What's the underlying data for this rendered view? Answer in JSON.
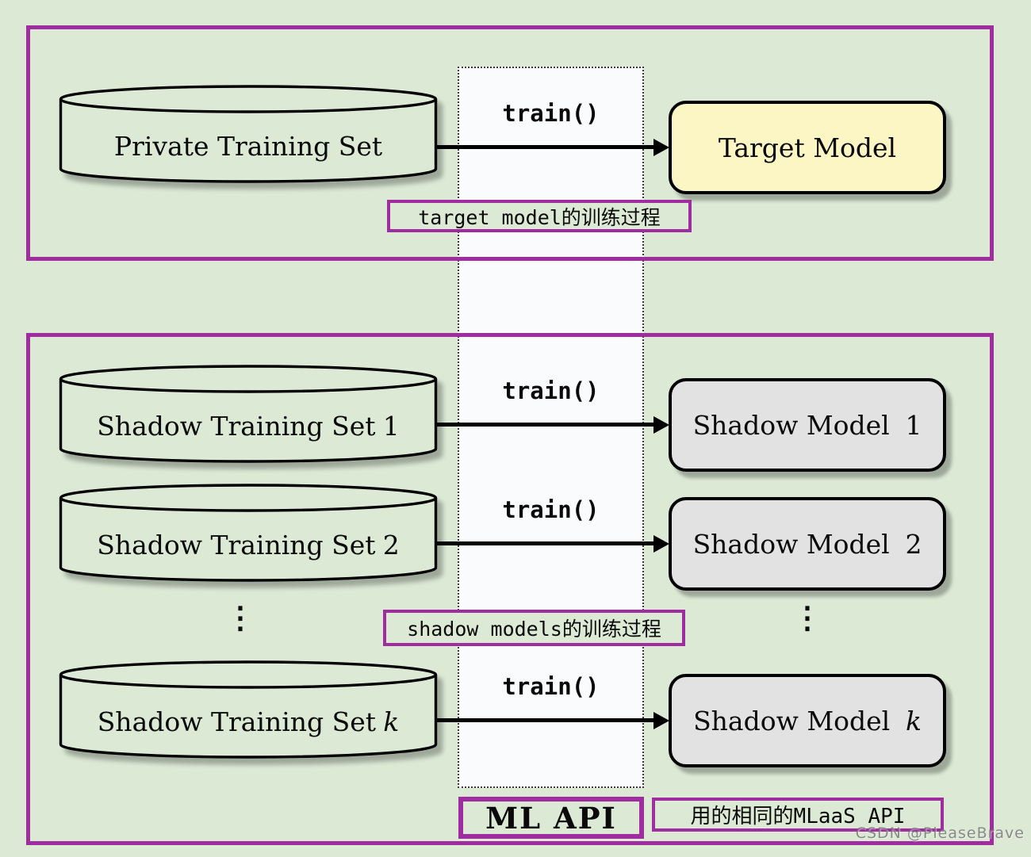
{
  "colors": {
    "bg_green": "#dbe9d5",
    "purple": "#a02da0",
    "yellow_box": "#fcf6c5",
    "gray_box": "#e2e2e2",
    "column_bg": "#fafbfc",
    "cyl_fill": "#dbe9d5"
  },
  "ml_api_column": {
    "label": "ML API"
  },
  "target_section": {
    "dataset": "Private Training Set",
    "train_label": "train()",
    "model": "Target Model",
    "caption": "target model的训练过程"
  },
  "shadow_section": {
    "rows": [
      {
        "dataset_prefix": "Shadow Training Set",
        "model_prefix": "Shadow Model",
        "suffix": "1",
        "train_label": "train()"
      },
      {
        "dataset_prefix": "Shadow Training Set",
        "model_prefix": "Shadow Model",
        "suffix": "2",
        "train_label": "train()"
      },
      {
        "dataset_prefix": "Shadow Training Set",
        "model_prefix": "Shadow Model",
        "suffix": "k",
        "train_label": "train()"
      }
    ],
    "ellipsis": "⋮",
    "caption": "shadow models的训练过程"
  },
  "api_note": {
    "text": "用的相同的MLaaS API"
  },
  "watermark": {
    "text": "CSDN @PleaseBrave"
  }
}
